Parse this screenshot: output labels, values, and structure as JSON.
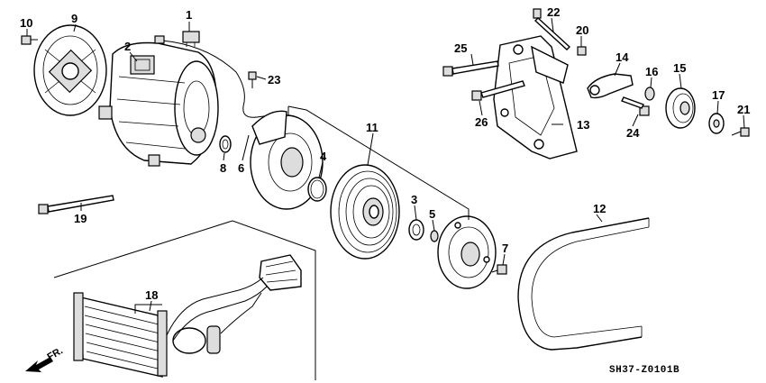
{
  "diagram": {
    "code": "SH37-Z0101B",
    "front_marker": "FR.",
    "callouts": [
      {
        "id": "c1",
        "label": "1"
      },
      {
        "id": "c2",
        "label": "2"
      },
      {
        "id": "c3",
        "label": "3"
      },
      {
        "id": "c4",
        "label": "4"
      },
      {
        "id": "c5",
        "label": "5"
      },
      {
        "id": "c6",
        "label": "6"
      },
      {
        "id": "c7",
        "label": "7"
      },
      {
        "id": "c8",
        "label": "8"
      },
      {
        "id": "c9",
        "label": "9"
      },
      {
        "id": "c10",
        "label": "10"
      },
      {
        "id": "c11",
        "label": "11"
      },
      {
        "id": "c12",
        "label": "12"
      },
      {
        "id": "c13",
        "label": "13"
      },
      {
        "id": "c14",
        "label": "14"
      },
      {
        "id": "c15",
        "label": "15"
      },
      {
        "id": "c16",
        "label": "16"
      },
      {
        "id": "c17",
        "label": "17"
      },
      {
        "id": "c18",
        "label": "18"
      },
      {
        "id": "c19",
        "label": "19"
      },
      {
        "id": "c20",
        "label": "20"
      },
      {
        "id": "c21",
        "label": "21"
      },
      {
        "id": "c22",
        "label": "22"
      },
      {
        "id": "c23",
        "label": "23"
      },
      {
        "id": "c24",
        "label": "24"
      },
      {
        "id": "c25",
        "label": "25"
      },
      {
        "id": "c26",
        "label": "26"
      }
    ]
  }
}
